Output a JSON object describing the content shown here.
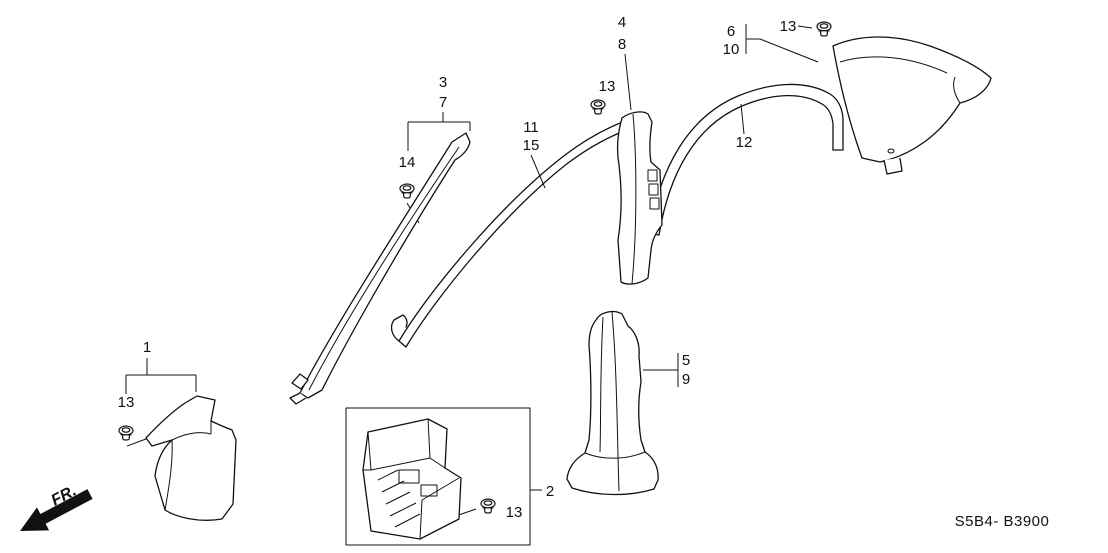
{
  "diagram": {
    "code": "S5B4- B3900",
    "fr": "FR.",
    "callouts": {
      "c1": "1",
      "c2": "2",
      "c3": "3",
      "c4": "4",
      "c5": "5",
      "c6": "6",
      "c7": "7",
      "c8": "8",
      "c9": "9",
      "c10": "10",
      "c11": "11",
      "c12": "12",
      "c13": "13",
      "c14": "14",
      "c15": "15"
    }
  }
}
